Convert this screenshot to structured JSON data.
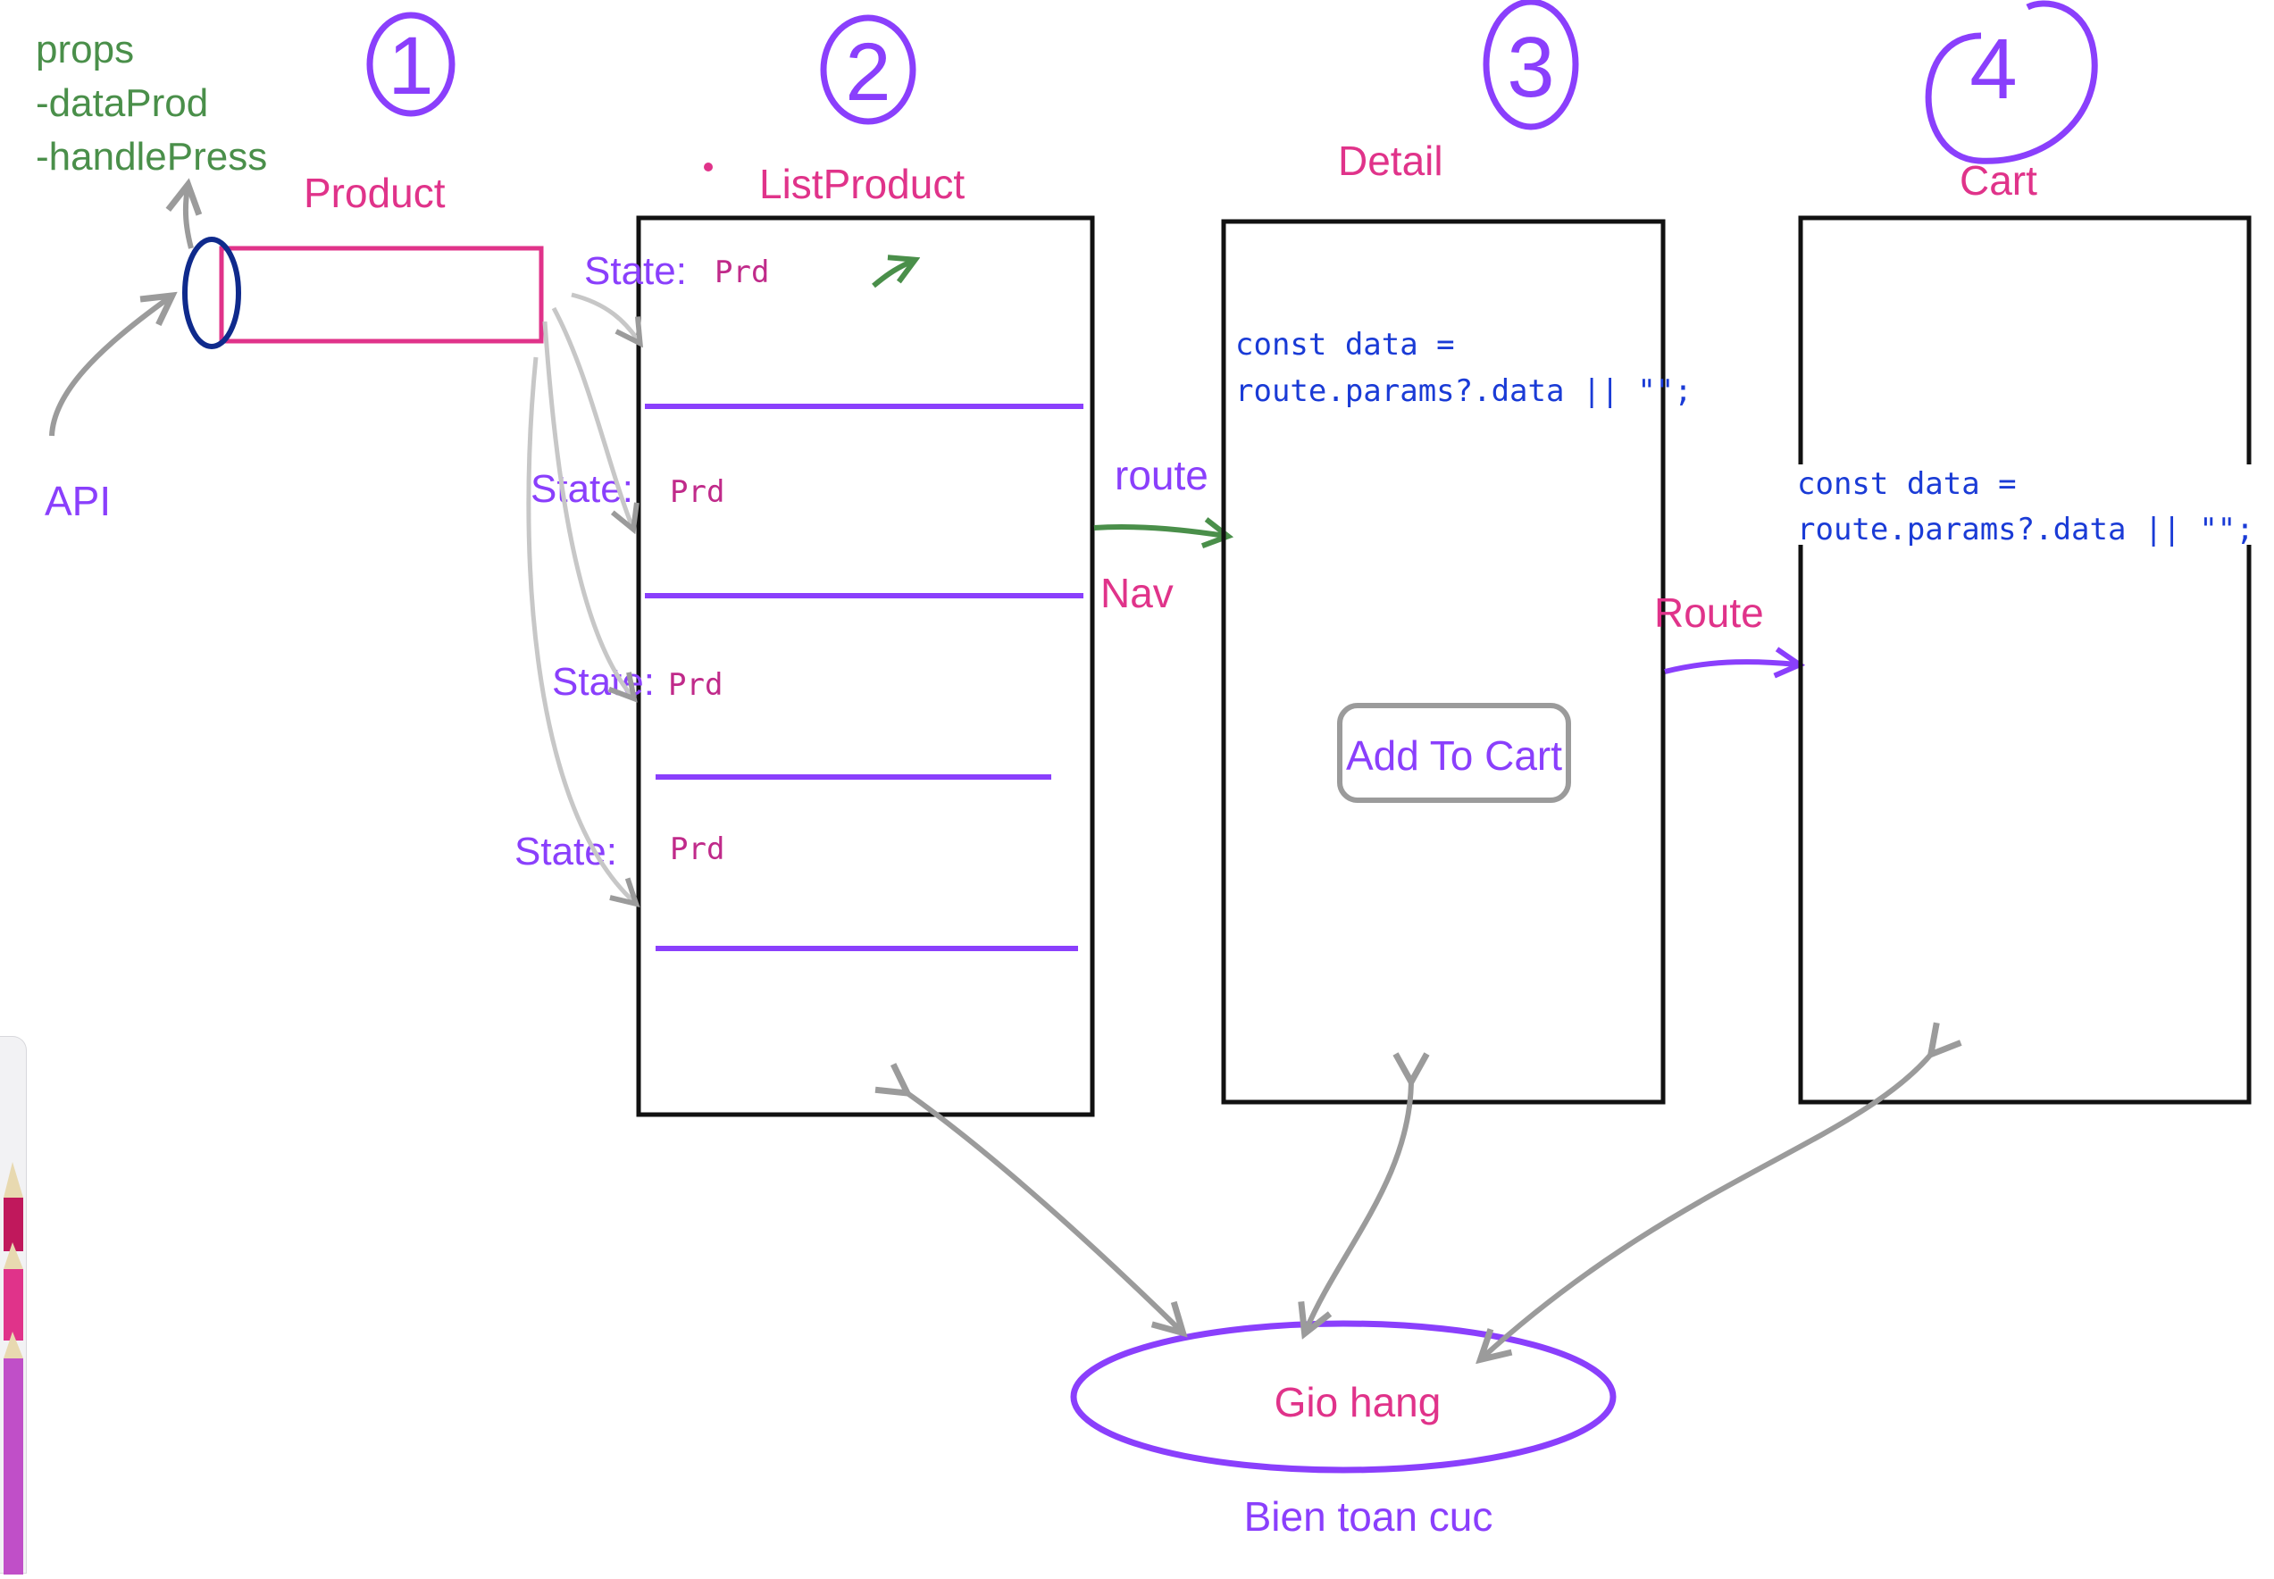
{
  "colors": {
    "purple": "#8a3ffc",
    "pink": "#e0338a",
    "green": "#4a8f4a",
    "gray": "#9b9b9b",
    "navy": "#0f2a8c",
    "black": "#111111",
    "code_blue": "#1a3bd6"
  },
  "numbers": {
    "one": "1",
    "two": "2",
    "three": "3",
    "four": "4"
  },
  "props": {
    "title": "props",
    "line1": "-dataProd",
    "line2": "-handlePress"
  },
  "labels": {
    "product": "Product",
    "api": "API",
    "list_product": "ListProduct",
    "detail": "Detail",
    "cart": "Cart",
    "route_lower": "route",
    "nav": "Nav",
    "route_upper": "Route",
    "add_to_cart": "Add To Cart",
    "gio_hang": "Gio hang",
    "bien_toan_cuc": "Bien toan cuc"
  },
  "list_states": [
    {
      "state": "State:",
      "value": "Prd"
    },
    {
      "state": "State:",
      "value": "Prd"
    },
    {
      "state": "State:",
      "value": "Prd"
    },
    {
      "state": "State:",
      "value": "Prd"
    }
  ],
  "code": {
    "detail_line1": "const data =",
    "detail_line2": "route.params?.data || \"\";",
    "cart_line1": "const data =",
    "cart_line2": "route.params?.data || \"\";"
  },
  "icons": {
    "pencil": "pencil-icon"
  }
}
